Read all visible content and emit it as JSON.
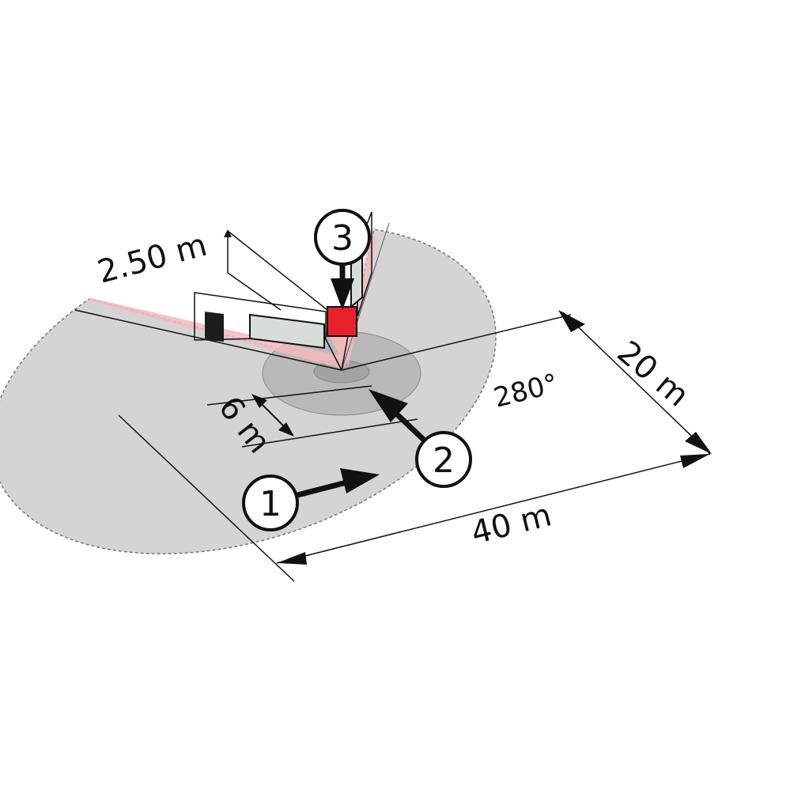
{
  "colors": {
    "coverage_outer": "#d4d4d4",
    "coverage_inner": "#b9b9b9",
    "coverage_core": "#a3a3a3",
    "sensor": "#e8202a",
    "beam": "#f4b9be",
    "wall": "#d7ddd9",
    "dark_object": "#1c1c1c",
    "line": "#111111"
  },
  "labels": {
    "height": "2.50 m",
    "inner_radius": "6 m",
    "width": "20 m",
    "length": "40 m",
    "angle": "280°"
  },
  "callouts": {
    "one": "1",
    "two": "2",
    "three": "3"
  }
}
